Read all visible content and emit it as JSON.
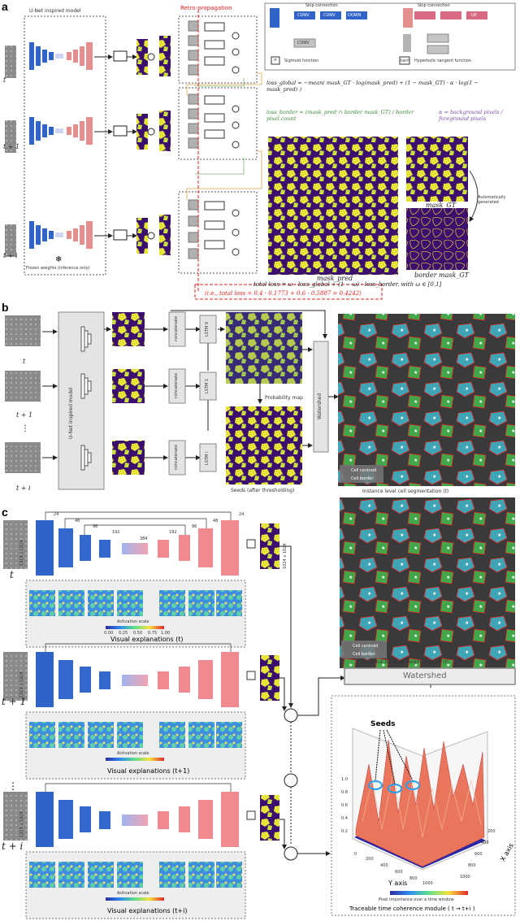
{
  "panels": {
    "a": "a",
    "b": "b",
    "c": "c"
  },
  "panel_a": {
    "unet_title": "U-Net inspired model",
    "retro": "Retro-propagation",
    "frozen": "Frozen weights (inference only)",
    "time_labels": [
      "t",
      "t + 1",
      "t + i"
    ],
    "legend": {
      "skip1": "Skip connection",
      "skip2": "Skip connection",
      "conv": "CONV",
      "down": "DOWN",
      "up": "UP",
      "sigmoid": "Sigmoid function",
      "tanh": "Hyperbolic tangent function",
      "sigma": "σ",
      "tanh_sym": "tanh"
    },
    "loss_global": "loss_global = −mean( mask_GT · log(mask_pred) + (1 − mask_GT) · α · log(1 − mask_pred) )",
    "loss_border": "loss_border = (mask_pred ∩ border mask_GT) / border pixel count",
    "alpha": "α = background pixels / foreground pixels",
    "mask_pred": "mask_pred",
    "mask_gt": "mask_GT",
    "border_mask": "border mask_GT",
    "auto_gen": "Automatically generated",
    "total_loss": "total loss = ω · loss_global + (1 − ω) · loss_border,     with ω ∈ [0,1]",
    "example": "(i.e., total loss = 0.4 · 0.1773 + 0.6 · 0.5887 = 0.4242)"
  },
  "panel_b": {
    "time_labels": [
      "t",
      "t + 1",
      "⋮",
      "t + i"
    ],
    "unet": "U-Net inspired model",
    "concat": "concatenate",
    "lstm": [
      "LSTM 0",
      "LSTM 1",
      "LSTM i"
    ],
    "prob_map": "Probability map",
    "seeds": "Seeds (after thresholding)",
    "watershed": "Watershed",
    "legend_centroid": "Cell centroid",
    "legend_border": "Cell border",
    "caption": "Instance level cell segmentation (t)"
  },
  "panel_c": {
    "channels": [
      "24",
      "48",
      "96",
      "192",
      "384",
      "192",
      "96",
      "48",
      "24"
    ],
    "size_label": "1024 x 1024",
    "time_labels": [
      "t",
      "t + 1",
      "⋮",
      "t + i"
    ],
    "activation_title": "Activation scale",
    "activation_ticks": [
      "0.00",
      "0.25",
      "0.50",
      "0.75",
      "1.00"
    ],
    "explanations": [
      "Visual explanations (t)",
      "Visual explanations (t+1)",
      "Visual explanations (t+i)"
    ],
    "legend_centroid": "Cell centroid",
    "legend_border": "Cell border",
    "seg_caption": "Instance level cell segmentation (t)",
    "watershed": "Watershed",
    "seeds": "Seeds",
    "z_ticks": [
      "0.2",
      "0.4",
      "0.6",
      "0.8",
      "1.0"
    ],
    "y_ticks": [
      "0",
      "200",
      "400",
      "600",
      "800",
      "1000"
    ],
    "x_ticks": [
      "200",
      "400",
      "600",
      "800",
      "1000"
    ],
    "y_axis": "Y axis",
    "x_axis": "X axis",
    "plot_caption1": "Pixel importance over a time window",
    "plot_caption2": "Traceable time coherence module ( t → t+i )"
  }
}
